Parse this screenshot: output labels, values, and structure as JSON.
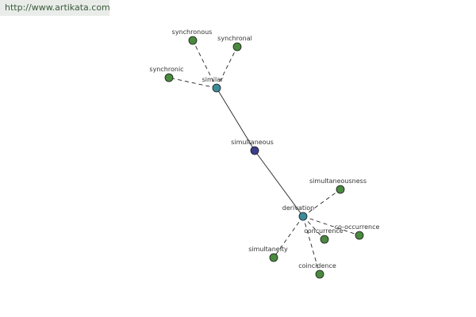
{
  "watermark": "http://www.artikata.com",
  "colors": {
    "leaf": "#4a8a3f",
    "hub": "#3c8c9a",
    "center": "#3a3f8c",
    "edge": "#222222"
  },
  "nodes": [
    {
      "id": "simultaneous",
      "label": "simultaneous",
      "kind": "center"
    },
    {
      "id": "similar",
      "label": "similar",
      "kind": "hub"
    },
    {
      "id": "derivation",
      "label": "derivation",
      "kind": "hub"
    },
    {
      "id": "synchronous",
      "label": "synchronous",
      "kind": "leaf"
    },
    {
      "id": "synchronal",
      "label": "synchronal",
      "kind": "leaf"
    },
    {
      "id": "synchronic",
      "label": "synchronic",
      "kind": "leaf"
    },
    {
      "id": "simultaneousness",
      "label": "simultaneousness",
      "kind": "leaf"
    },
    {
      "id": "co-occurrence",
      "label": "co-occurrence",
      "kind": "leaf"
    },
    {
      "id": "concurrence",
      "label": "concurrence",
      "kind": "leaf"
    },
    {
      "id": "simultaneity",
      "label": "simultaneity",
      "kind": "leaf"
    },
    {
      "id": "coincidence",
      "label": "coincidence",
      "kind": "leaf"
    }
  ],
  "edges": [
    {
      "from": "simultaneous",
      "to": "similar",
      "style": "solid"
    },
    {
      "from": "simultaneous",
      "to": "derivation",
      "style": "solid"
    },
    {
      "from": "similar",
      "to": "synchronous",
      "style": "dashed"
    },
    {
      "from": "similar",
      "to": "synchronal",
      "style": "dashed"
    },
    {
      "from": "similar",
      "to": "synchronic",
      "style": "dashed"
    },
    {
      "from": "derivation",
      "to": "simultaneousness",
      "style": "dashed"
    },
    {
      "from": "derivation",
      "to": "co-occurrence",
      "style": "dashed"
    },
    {
      "from": "derivation",
      "to": "concurrence",
      "style": "dashed"
    },
    {
      "from": "derivation",
      "to": "simultaneity",
      "style": "dashed"
    },
    {
      "from": "derivation",
      "to": "coincidence",
      "style": "dashed"
    }
  ]
}
